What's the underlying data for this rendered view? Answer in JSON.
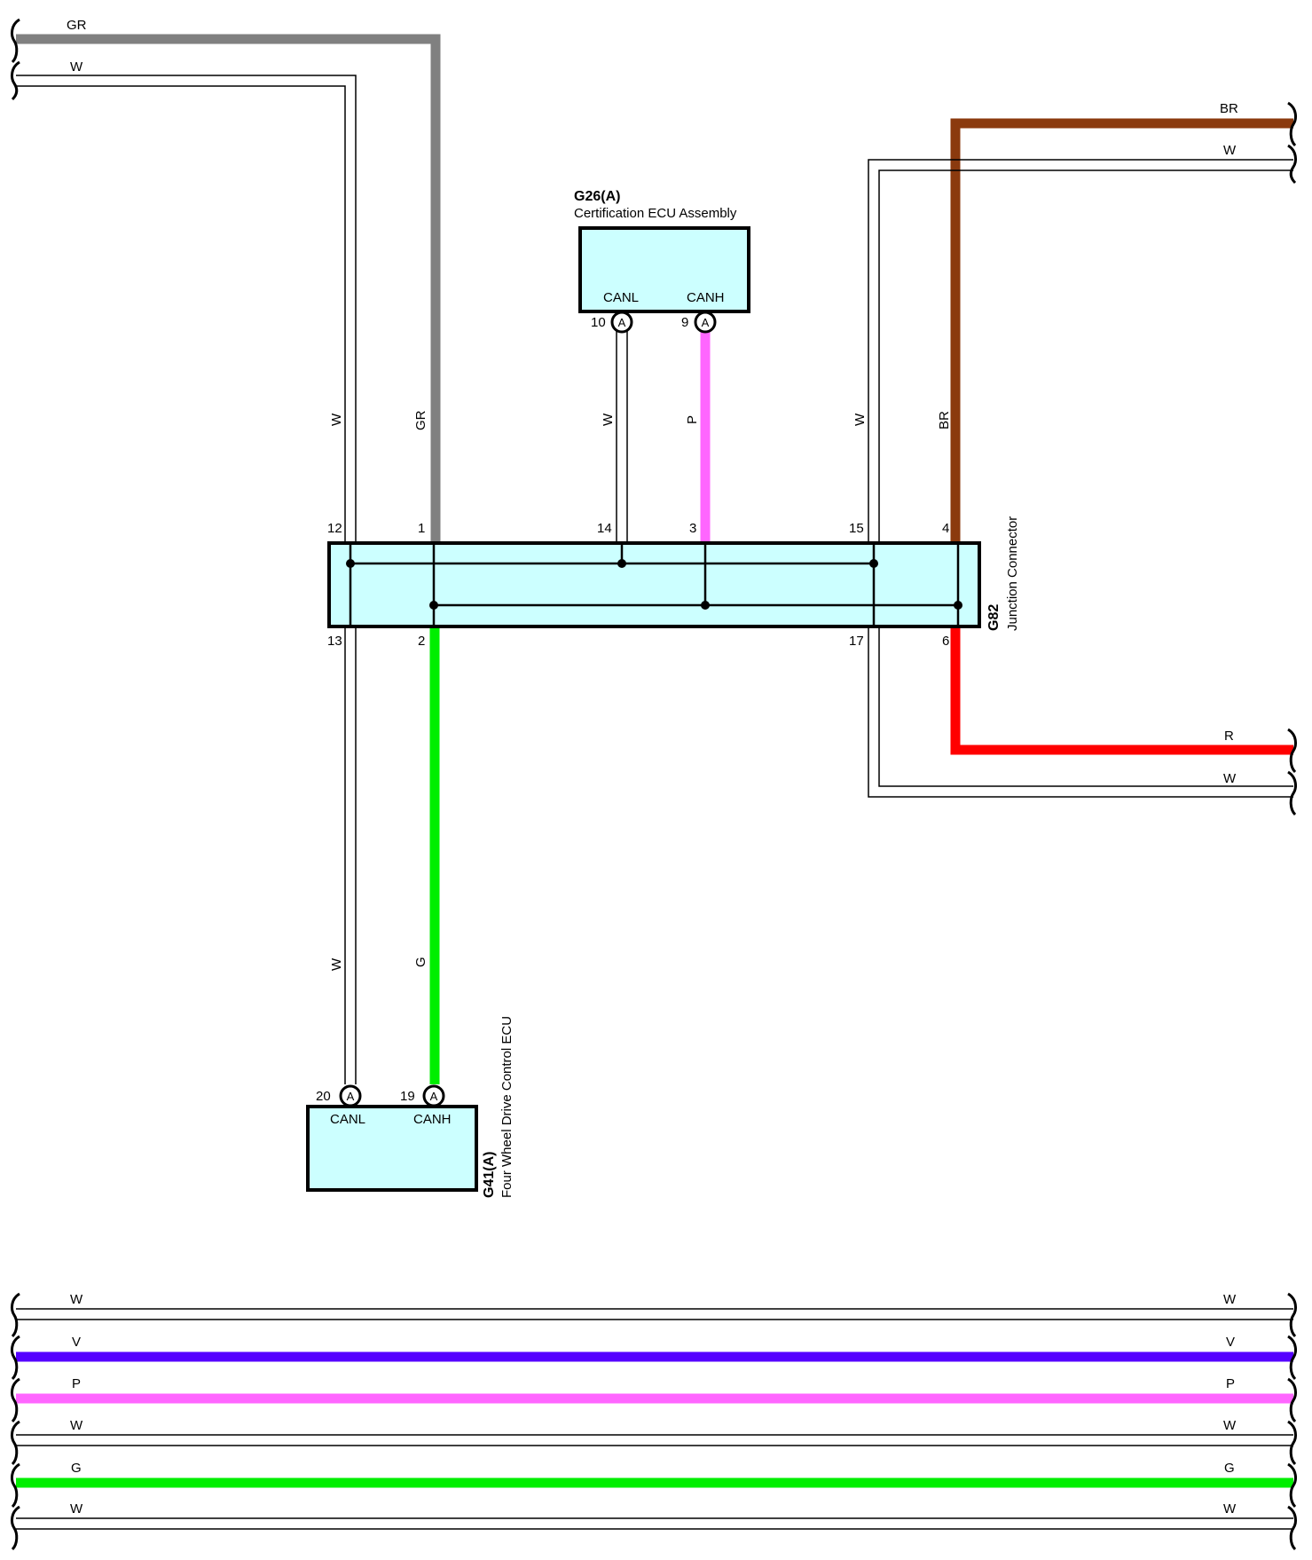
{
  "colors": {
    "GR": "#808080",
    "BR": "#8b3a0e",
    "R": "#ff0000",
    "G": "#00ee00",
    "P": "#ff66ff",
    "V": "#5500ff",
    "box_fill": "#ccffff"
  },
  "wire_labels": {
    "top_left_gr": "GR",
    "top_left_w": "W",
    "top_right_br": "BR",
    "top_right_w": "W",
    "right_r": "R",
    "right_w": "W",
    "vert_w_12": "W",
    "vert_gr_1": "GR",
    "vert_w_14": "W",
    "vert_p_3": "P",
    "vert_w_15": "W",
    "vert_br_4": "BR",
    "vert_w_20": "W",
    "vert_g_19": "G"
  },
  "g26": {
    "code": "G26(A)",
    "name": "Certification ECU Assembly",
    "pin_canl_label": "CANL",
    "pin_canh_label": "CANH",
    "pin_canl_no": "10",
    "pin_canh_no": "9",
    "terminal_mark": "A"
  },
  "g82": {
    "code": "G82",
    "name": "Junction Connector",
    "pins_top": [
      "12",
      "1",
      "14",
      "3",
      "15",
      "4"
    ],
    "pins_bottom": [
      "13",
      "2",
      "17",
      "6"
    ]
  },
  "g41": {
    "code": "G41(A)",
    "name": "Four Wheel Drive Control ECU",
    "pin_canl_label": "CANL",
    "pin_canh_label": "CANH",
    "pin_canl_no": "20",
    "pin_canh_no": "19",
    "terminal_mark": "A"
  },
  "bottom_wires": [
    {
      "left": "W",
      "right": "W"
    },
    {
      "left": "V",
      "right": "V"
    },
    {
      "left": "P",
      "right": "P"
    },
    {
      "left": "W",
      "right": "W"
    },
    {
      "left": "G",
      "right": "G"
    },
    {
      "left": "W",
      "right": "W"
    }
  ]
}
